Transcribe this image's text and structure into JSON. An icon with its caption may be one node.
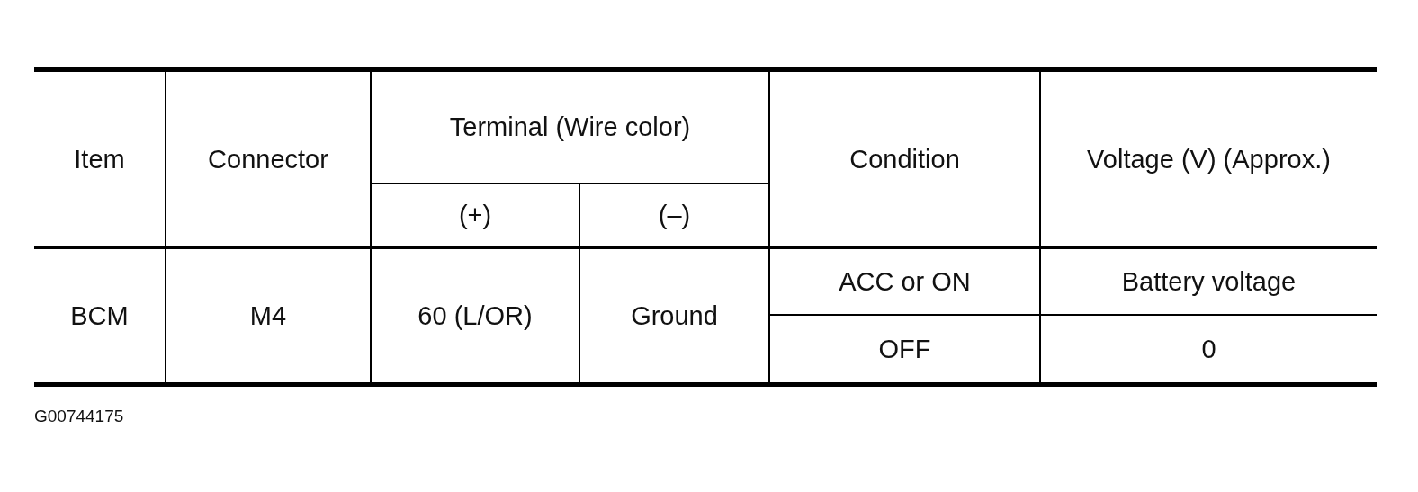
{
  "diagram": {
    "labels": [
      "Item",
      "Connector",
      "Terminal (Wire color)",
      "Condition",
      "Voltage (V) (Approx.)",
      "(+)",
      "(–)",
      "BCM",
      "M4",
      "60 (L/OR)",
      "Ground",
      "ACC or ON",
      "Battery voltage",
      "OFF",
      "0",
      "G00744175"
    ]
  }
}
